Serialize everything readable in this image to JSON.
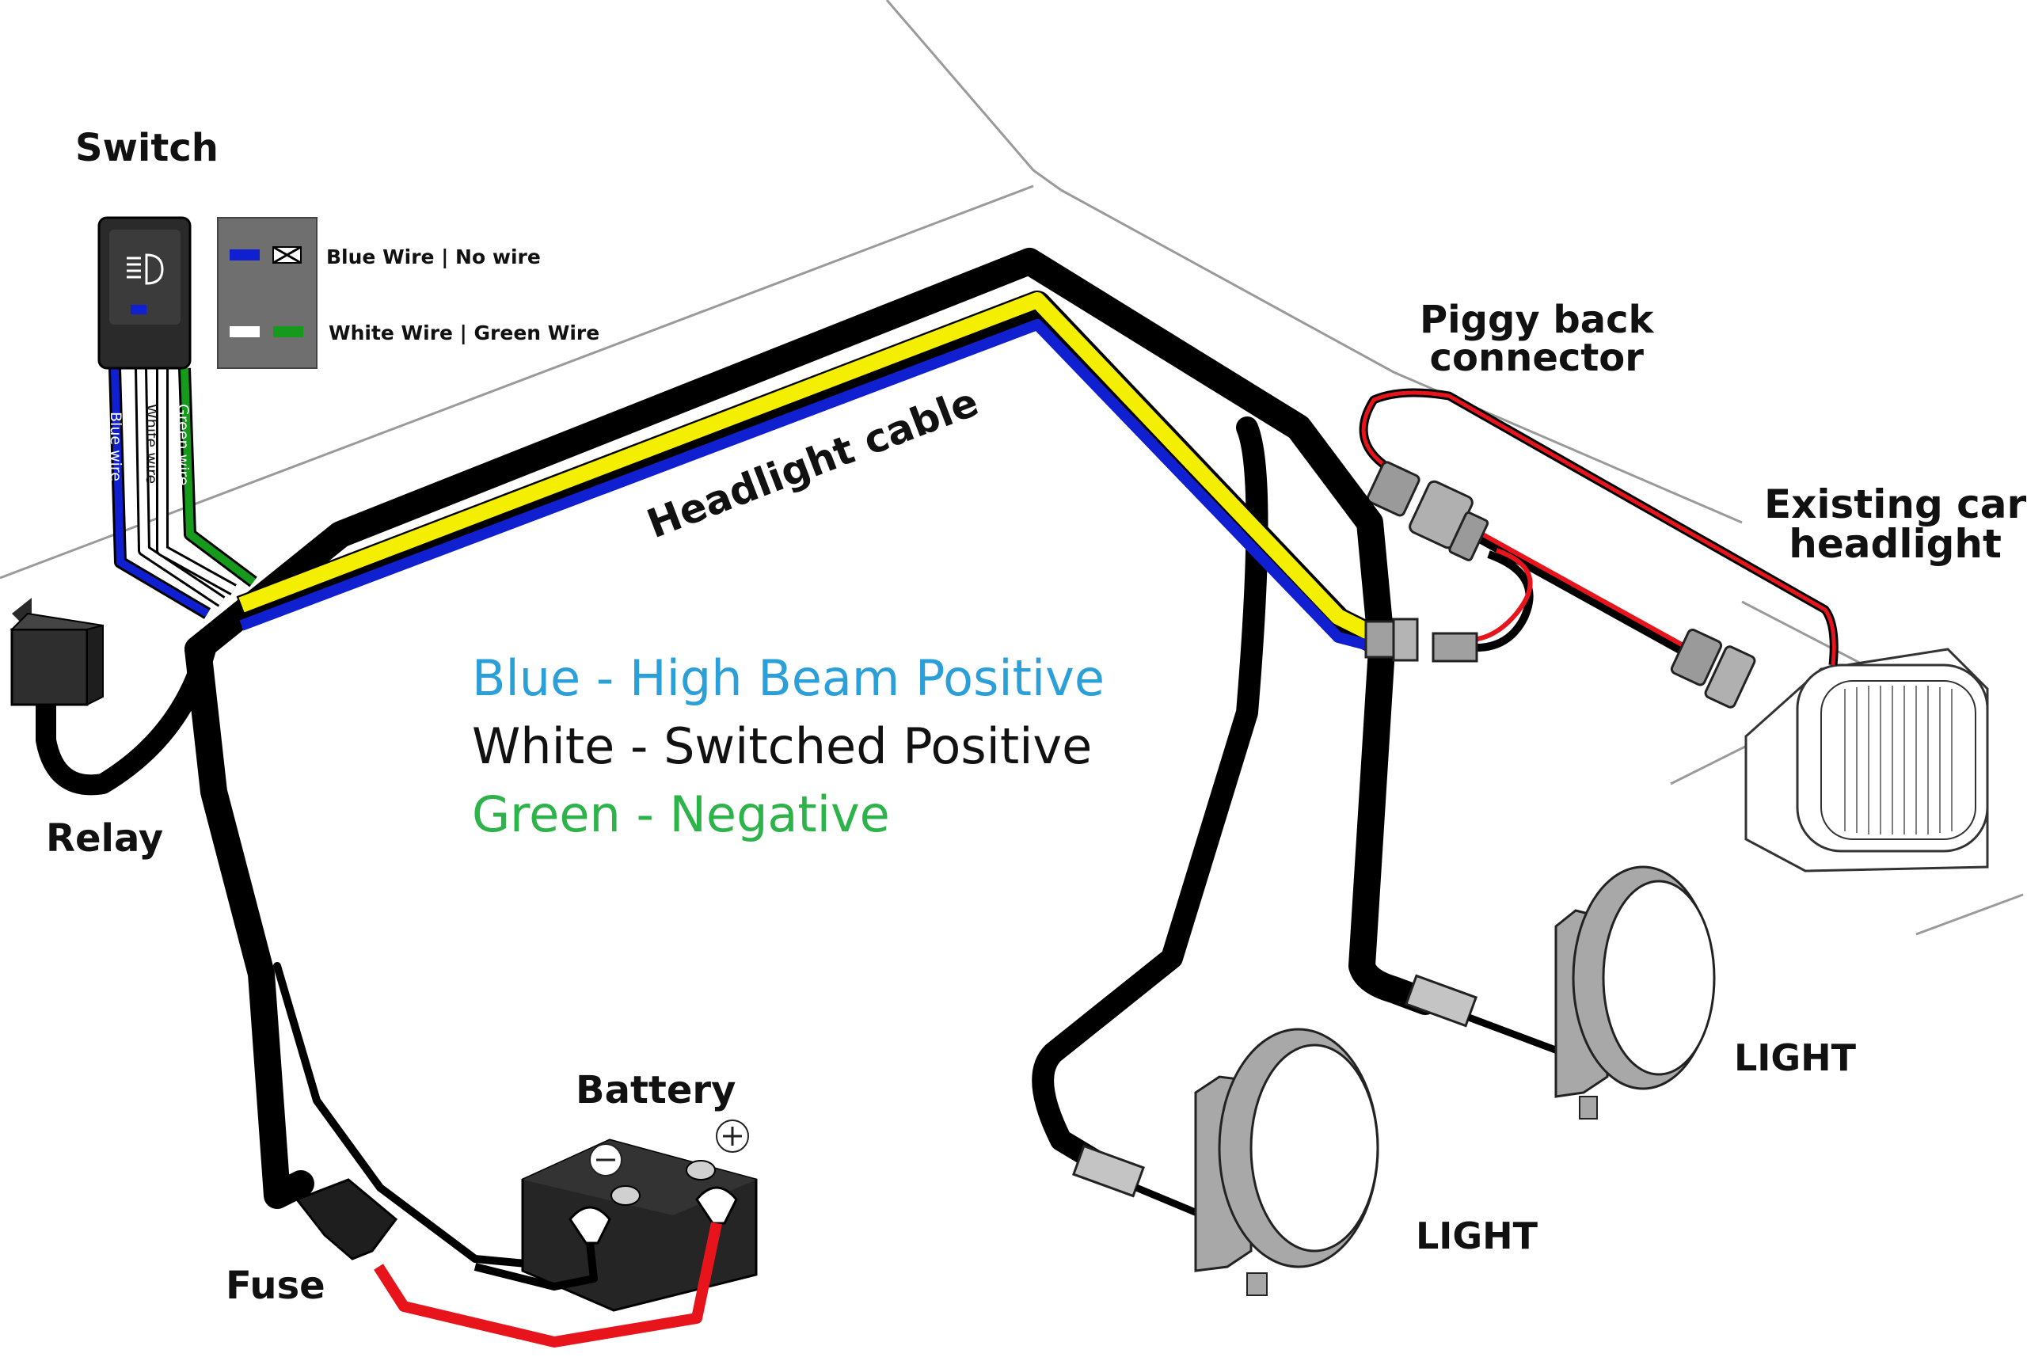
{
  "labels": {
    "switch": "Switch",
    "relay": "Relay",
    "battery": "Battery",
    "fuse": "Fuse",
    "headlight_cable": "Headlight cable",
    "piggy_back_line1": "Piggy back",
    "piggy_back_line2": "connector",
    "existing_line1": "Existing car",
    "existing_line2": "headlight",
    "light_right": "LIGHT",
    "light_left": "LIGHT"
  },
  "switch_panel": {
    "top_note": "Blue Wire | No wire",
    "bottom_note": "White Wire | Green Wire"
  },
  "switch_wires": {
    "blue": "Blue wire",
    "white": "White wire",
    "green": "Green wire"
  },
  "legend": [
    {
      "text": "Blue - High Beam Positive",
      "color": "#2a9fd8"
    },
    {
      "text": "White - Switched Positive",
      "color": "#111111"
    },
    {
      "text": "Green - Negative",
      "color": "#2db34a"
    }
  ],
  "colors": {
    "harness": "#000000",
    "yellow": "#f4ee00",
    "blue": "#1020d0",
    "green": "#159a1c",
    "red": "#e8141c",
    "device_grey": "#a6a6a6"
  }
}
